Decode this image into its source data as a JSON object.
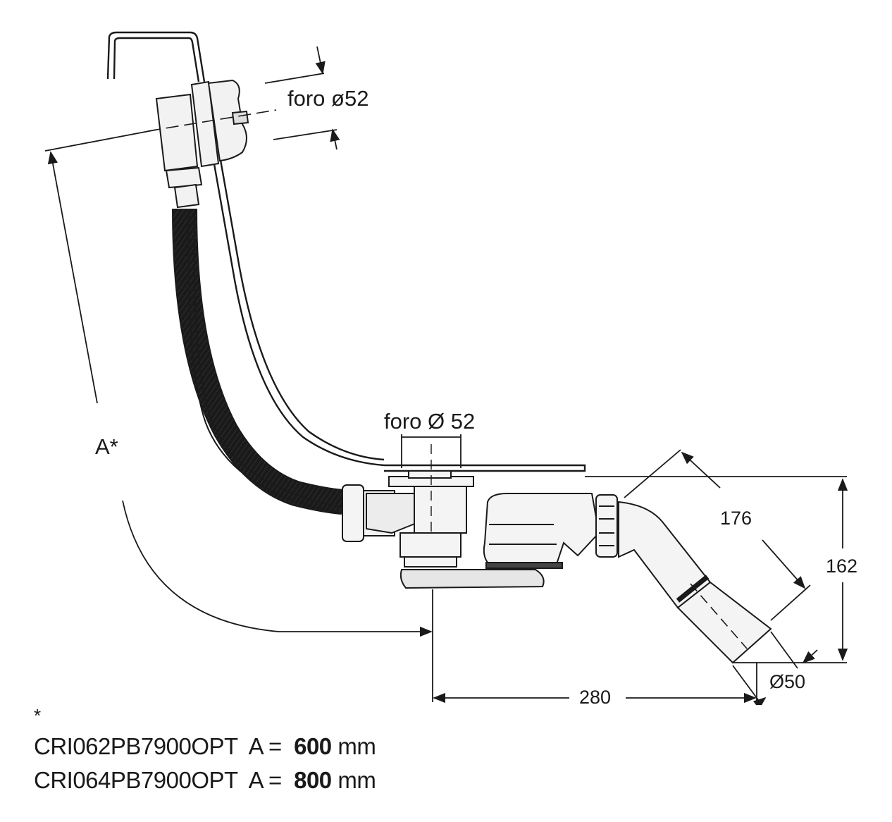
{
  "labels": {
    "overflow_hole": "foro ø52",
    "drain_hole": "foro Ø 52",
    "length_a": "A*",
    "dim_176": "176",
    "dim_162": "162",
    "dim_50": "Ø50",
    "dim_280": "280"
  },
  "footnote": {
    "marker": "*",
    "rows": [
      {
        "code": "CRI062PB7900OPT",
        "a": "A =",
        "value": "600",
        "unit": "mm"
      },
      {
        "code": "CRI064PB7900OPT",
        "a": "A =",
        "value": "800",
        "unit": "mm"
      }
    ]
  }
}
